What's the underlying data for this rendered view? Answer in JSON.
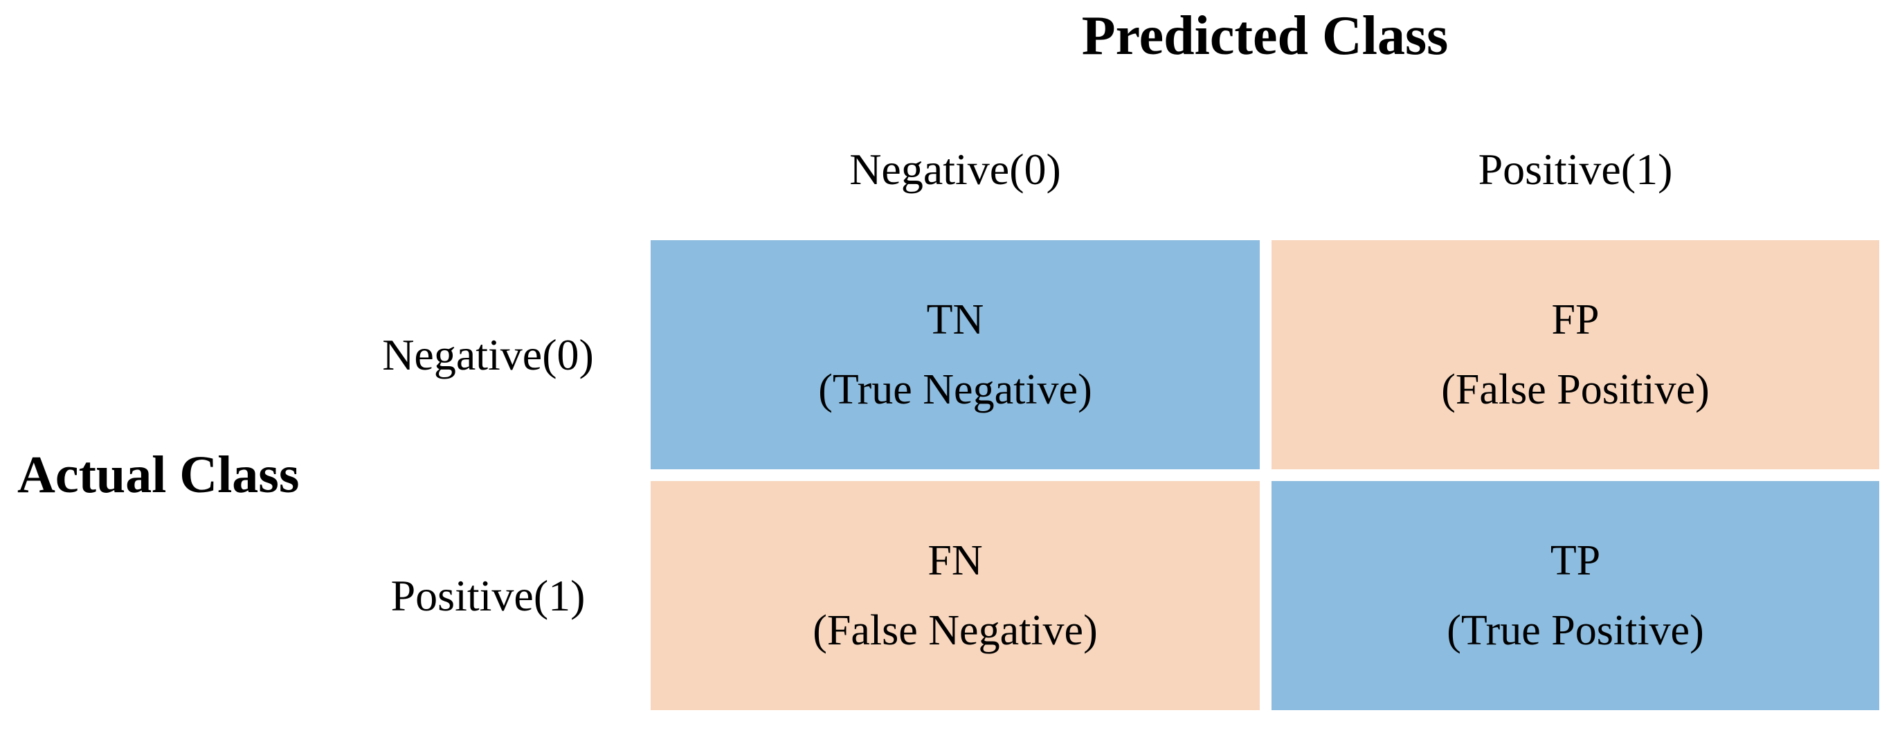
{
  "diagram": {
    "title": "Predicted Class",
    "row_axis_title": "Actual Class",
    "col_headers": [
      "Negative(0)",
      "Positive(1)"
    ],
    "row_headers": [
      "Negative(0)",
      "Positive(1)"
    ],
    "cells": [
      {
        "id": "tn",
        "abbr": "TN",
        "full": "(True Negative)",
        "color": "#8CBCDF"
      },
      {
        "id": "fp",
        "abbr": "FP",
        "full": "(False Positive)",
        "color": "#F8D6BD"
      },
      {
        "id": "fn",
        "abbr": "FN",
        "full": "(False Negative)",
        "color": "#F8D6BD"
      },
      {
        "id": "tp",
        "abbr": "TP",
        "full": "(True Positive)",
        "color": "#8CBCDF"
      }
    ],
    "colors": {
      "true_cell_blue": "#8CBCDF",
      "false_cell_peach": "#F8D6BD",
      "background": "#FFFFFF",
      "text": "#000000",
      "gutter": "#FFFFFF"
    }
  }
}
